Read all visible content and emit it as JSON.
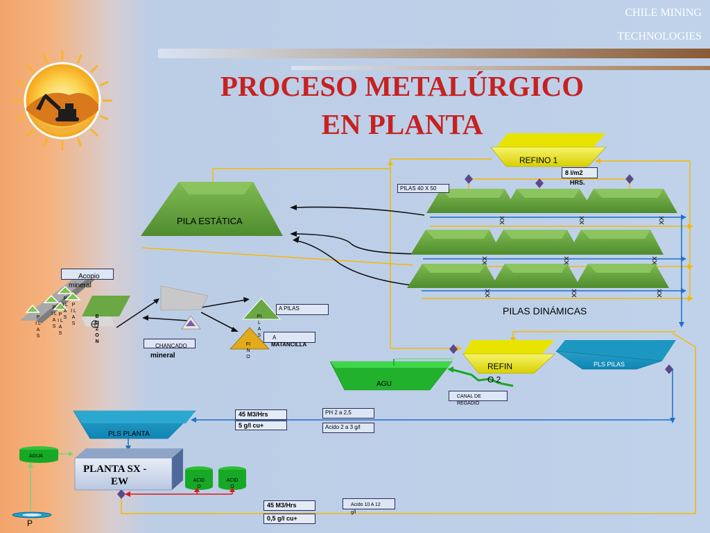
{
  "header": {
    "brand_line1": "CHILE MINING",
    "brand_line2": "TECHNOLOGIES",
    "title_line1": "PROCESO METALÚRGICO",
    "title_line2": "EN PLANTA"
  },
  "nodes": {
    "refino1": "REFINO 1",
    "rate_line1": "8 l/m2",
    "rate_line2": "HRS.",
    "pilas_size": "PILAS 40 X 50",
    "pila_estatica": "PILA ESTÁTICA",
    "pilas_dinamicas": "PILAS DINÁMICAS",
    "acopio_line1": "Acopio",
    "acopio_line2": "mineral",
    "buzon": "B U Z O N",
    "pilas_vertical": "P I L A S",
    "pilas_small": "PI LA S",
    "fino": "FI N O",
    "a_pilas": "A PILAS",
    "a_matancilla_line1": "A",
    "a_matancilla_line2": "MATANCILLA",
    "chancado_line1": "CHANCADO",
    "chancado_line2": "mineral",
    "agua_pond": "AGU",
    "refino2_line1": "REFIN",
    "refino2_line2": "O 2",
    "pls_pilas": "PLS PILAS",
    "canal_line1": "CANAL DE",
    "canal_line2": "REGADIO",
    "flow1_line1": "45 M3/Hrs",
    "flow1_line2": "5 g/l cu+",
    "ph": "PH  2 a 2,5",
    "acido_2a3": "Acido 2 a 3 g/l",
    "pls_planta": "PLS PLANTA",
    "agua_tank": "AGUA",
    "planta_sx_line1": "PLANTA SX -",
    "planta_sx_line2": "EW",
    "acid_tank1": "ACID O",
    "acid_tank2": "ACID O",
    "flow2_line1": "45 M3/Hrs",
    "flow2_line2": "0,5 g/l cu+",
    "acido_10a12_line1": "Acido 10 A 12",
    "acido_10a12_line2": "g/l",
    "p_label": "P"
  },
  "colors": {
    "title": "#c62222",
    "yellow_flow": "#f5b800",
    "blue_flow": "#1f6fc9",
    "heap_green": "#6aa843",
    "refino_yellow": "#f2ee00",
    "pls_blue": "#1aa6c9",
    "water_green": "#22b12c",
    "acid_green": "#17a826",
    "valve": "#5a4a8a"
  }
}
